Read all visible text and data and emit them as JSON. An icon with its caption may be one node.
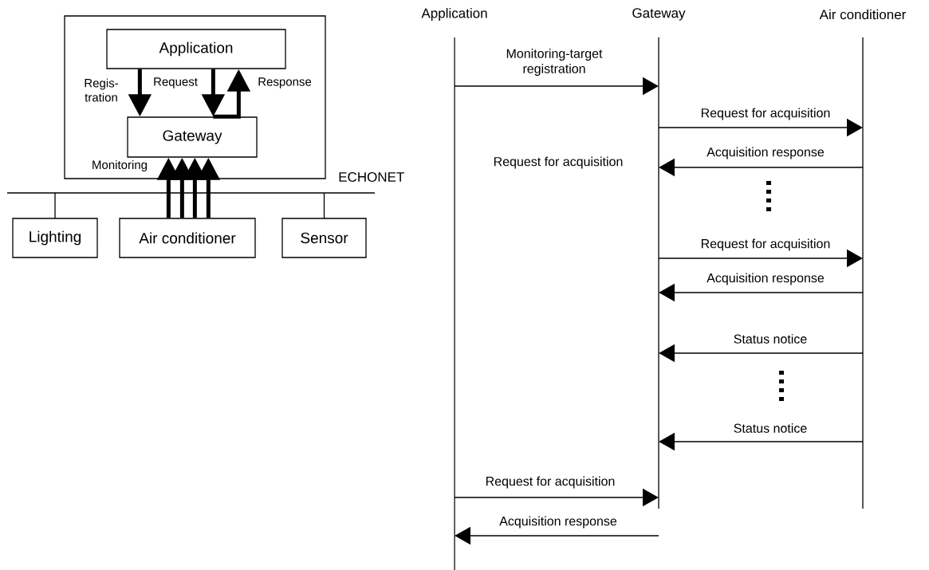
{
  "diagram": {
    "nodes": [
      {
        "text": [],
        "shape": "box"
      },
      {
        "text": [
          "Application"
        ],
        "in": 0
      },
      {
        "text": [
          "Gateway"
        ],
        "in": 0
      },
      {
        "text": [
          "Lighting"
        ]
      },
      {
        "text": [
          "Air conditioner"
        ]
      },
      {
        "text": [
          "Sensor"
        ]
      },
      {
        "text": [
          "Application"
        ]
      },
      {
        "text": [
          "Gateway"
        ]
      },
      {
        "text": [
          "Air conditioner"
        ]
      }
    ],
    "edges": [
      {
        "from": 1,
        "to": 2,
        "arrow": "to",
        "style": "thick",
        "label": "Regis- tration"
      },
      {
        "from": 1,
        "to": 2,
        "arrow": "to",
        "style": "thick",
        "label": "Request"
      },
      {
        "from": 2,
        "to": 1,
        "arrow": "to",
        "style": "thick",
        "label": "Response"
      },
      {
        "from": 4,
        "to": 2,
        "arrow": "to",
        "style": "thick",
        "label": "Monitoring"
      },
      {
        "from": 4,
        "to": 2,
        "arrow": "to",
        "style": "thick"
      },
      {
        "from": 4,
        "to": 2,
        "arrow": "to",
        "style": "thick"
      },
      {
        "from": 4,
        "to": 2,
        "arrow": "to",
        "style": "thick"
      },
      {
        "from": 6,
        "to": 7,
        "arrow": "to",
        "label": "Monitoring-target registration"
      },
      {
        "from": 7,
        "to": 8,
        "arrow": "to",
        "label": "Request for acquisition"
      },
      {
        "from": 8,
        "to": 7,
        "arrow": "to",
        "label": "Acquisition response"
      },
      {
        "from": 7,
        "to": 8,
        "arrow": "to",
        "label": "Request for acquisition"
      },
      {
        "from": 8,
        "to": 7,
        "arrow": "to",
        "label": "Acquisition response"
      },
      {
        "from": 8,
        "to": 7,
        "arrow": "to",
        "label": "Status notice"
      },
      {
        "from": 8,
        "to": 7,
        "arrow": "to",
        "label": "Status notice"
      },
      {
        "from": 6,
        "to": 7,
        "arrow": "to",
        "label": "Request for acquisition"
      },
      {
        "from": 7,
        "to": 6,
        "arrow": "to",
        "label": "Acquisition response"
      }
    ],
    "labels": [
      "ECHONET",
      "Request for acquisition"
    ]
  }
}
